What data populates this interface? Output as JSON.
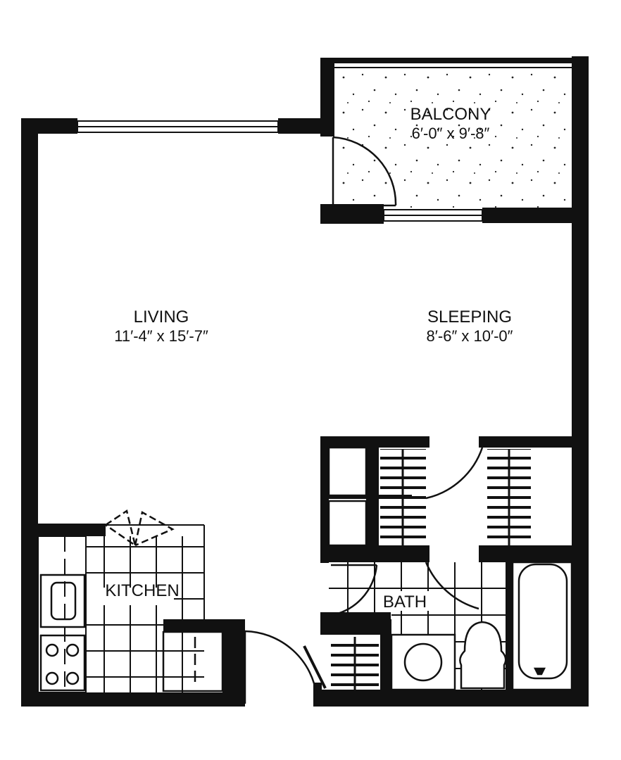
{
  "plan": {
    "colors": {
      "wall": "#111111",
      "background": "#ffffff",
      "line": "#111111"
    },
    "rooms": [
      {
        "id": "balcony",
        "name": "BALCONY",
        "dimensions": "6′-0″ x 9′-8″"
      },
      {
        "id": "living",
        "name": "LIVING",
        "dimensions": "11′-4″ x 15′-7″"
      },
      {
        "id": "sleeping",
        "name": "SLEEPING",
        "dimensions": "8′-6″ x 10′-0″"
      },
      {
        "id": "kitchen",
        "name": "KITCHEN"
      },
      {
        "id": "bath",
        "name": "BATH"
      }
    ],
    "fixtures": [
      "sink-icon",
      "stove-icon",
      "refrigerator-icon",
      "washer-icon",
      "toilet-icon",
      "bathtub-icon",
      "closet-shelving-icon"
    ]
  }
}
